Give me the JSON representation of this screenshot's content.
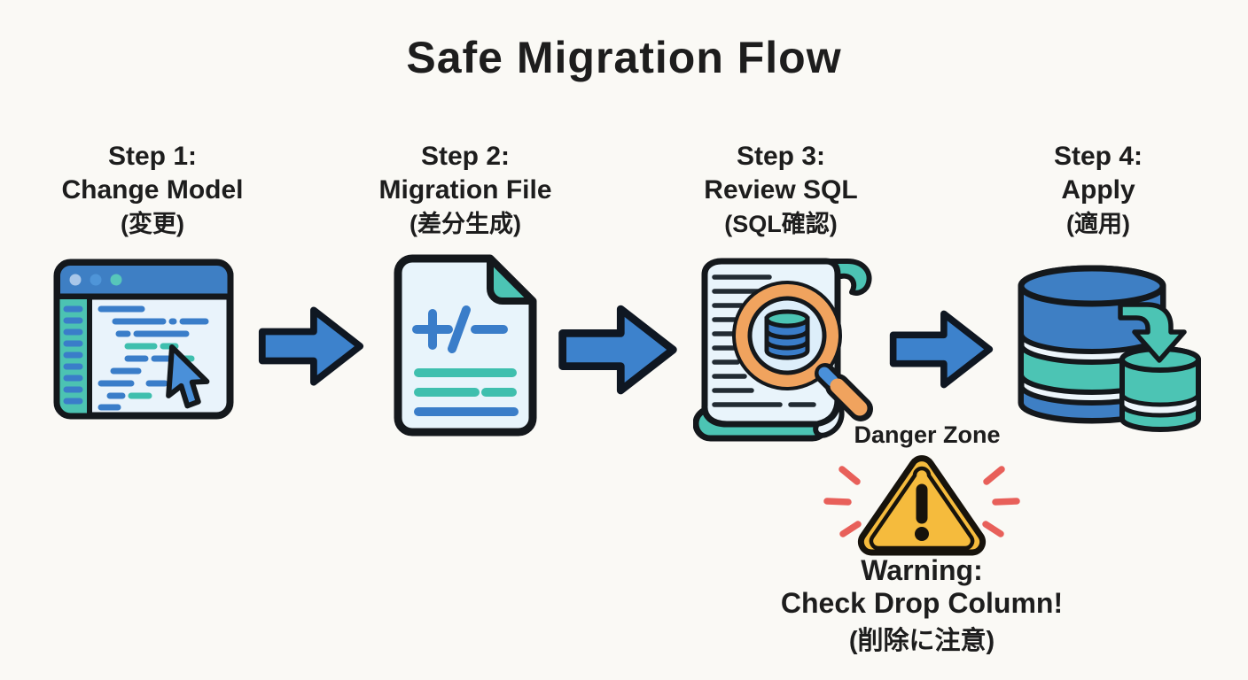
{
  "title": "Safe Migration Flow",
  "steps": [
    {
      "label": "Step 1:",
      "name": "Change Model",
      "subtitle": "(変更)"
    },
    {
      "label": "Step 2:",
      "name": "Migration File",
      "subtitle": "(差分生成)"
    },
    {
      "label": "Step 3:",
      "name": "Review SQL",
      "subtitle": "(SQL確認)"
    },
    {
      "label": "Step 4:",
      "name": "Apply",
      "subtitle": "(適用)"
    }
  ],
  "danger_zone": {
    "label": "Danger Zone",
    "warning_title": "Warning:",
    "warning_message": "Check Drop Column!",
    "warning_subtitle": "(削除に注意)"
  },
  "icons": {
    "step1": "code-editor-icon",
    "step2": "migration-file-icon",
    "step3": "review-sql-magnifier-icon",
    "step4": "database-apply-icon",
    "flow": "flow-arrow-icon",
    "warning": "warning-triangle-icon"
  },
  "colors": {
    "background": "#faf9f5",
    "text": "#1d1d1d",
    "outline": "#14181c",
    "blue": "#3e7fc4",
    "code_blue": "#3a7dc9",
    "teal": "#4cc4b4",
    "light_blue_fill": "#e9f3fb",
    "arrow_blue": "#3d82cc",
    "magnifier_orange": "#f0a35e",
    "warning_yellow": "#f5bb3d",
    "danger_red": "#e8605a"
  }
}
